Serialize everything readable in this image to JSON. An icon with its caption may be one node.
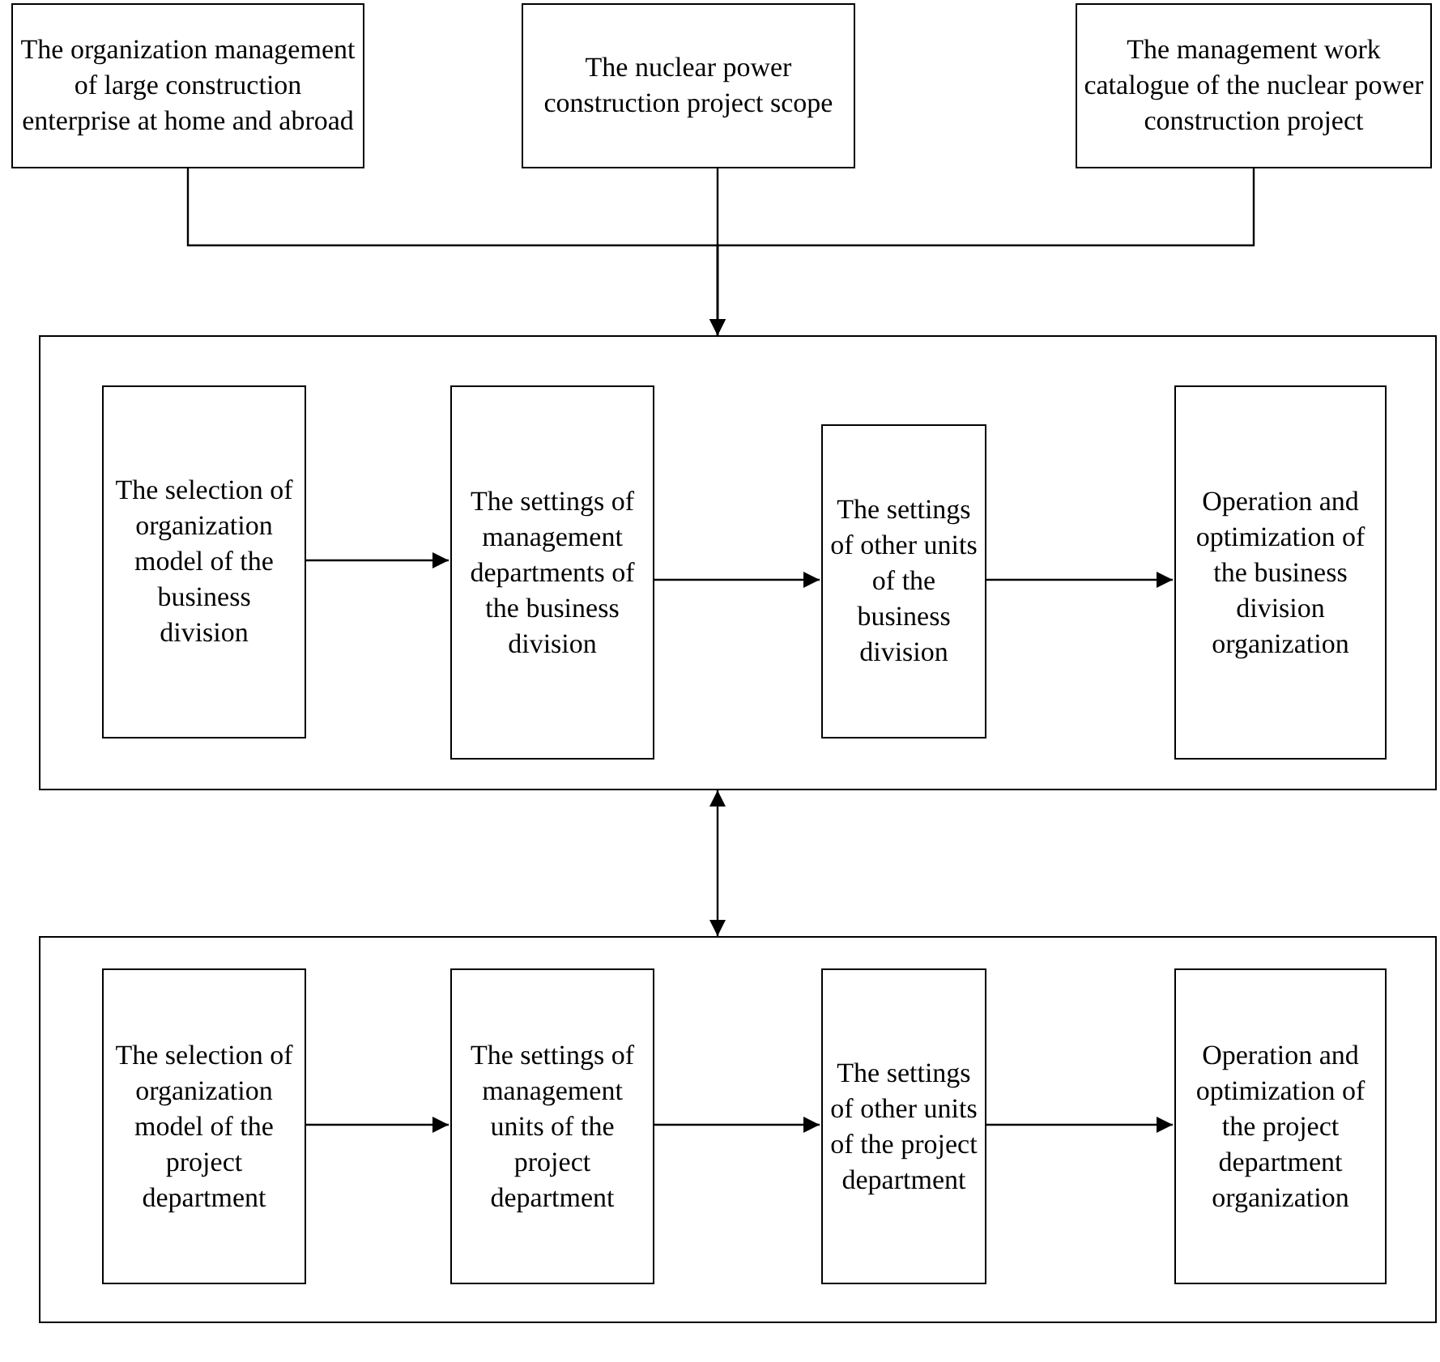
{
  "diagram": {
    "nodes": [
      {
        "text": [
          "The organization management of large construction enterprise at home and abroad"
        ]
      },
      {
        "text": [
          "The nuclear power construction project scope"
        ]
      },
      {
        "text": [
          "The management work catalogue of the nuclear power construction project"
        ]
      },
      {
        "text": [],
        "shape": "box"
      },
      {
        "text": [
          "The selection of organization model of the business division"
        ],
        "in": 3
      },
      {
        "text": [
          "The settings of management departments of the business division"
        ],
        "in": 3
      },
      {
        "text": [
          "The settings of other units of the business division"
        ],
        "in": 3
      },
      {
        "text": [
          "Operation and optimization of the business division organization"
        ],
        "in": 3
      },
      {
        "text": [],
        "shape": "box"
      },
      {
        "text": [
          "The selection of organization model of the project department"
        ],
        "in": 8
      },
      {
        "text": [
          "The settings of management units of the project department"
        ],
        "in": 8
      },
      {
        "text": [
          "The settings of other units of the project department"
        ],
        "in": 8
      },
      {
        "text": [
          "Operation and optimization of the project department organization"
        ],
        "in": 8
      }
    ],
    "edges": [
      {
        "from": 0,
        "to": 3,
        "arrow": "to"
      },
      {
        "from": 1,
        "to": 3,
        "arrow": "to"
      },
      {
        "from": 2,
        "to": 3,
        "arrow": "to"
      },
      {
        "from": 4,
        "to": 5,
        "arrow": "to"
      },
      {
        "from": 5,
        "to": 6,
        "arrow": "to"
      },
      {
        "from": 6,
        "to": 7,
        "arrow": "to"
      },
      {
        "from": 3,
        "to": 8,
        "arrow": "both"
      },
      {
        "from": 9,
        "to": 10,
        "arrow": "to"
      },
      {
        "from": 10,
        "to": 11,
        "arrow": "to"
      },
      {
        "from": 11,
        "to": 12,
        "arrow": "to"
      }
    ]
  }
}
